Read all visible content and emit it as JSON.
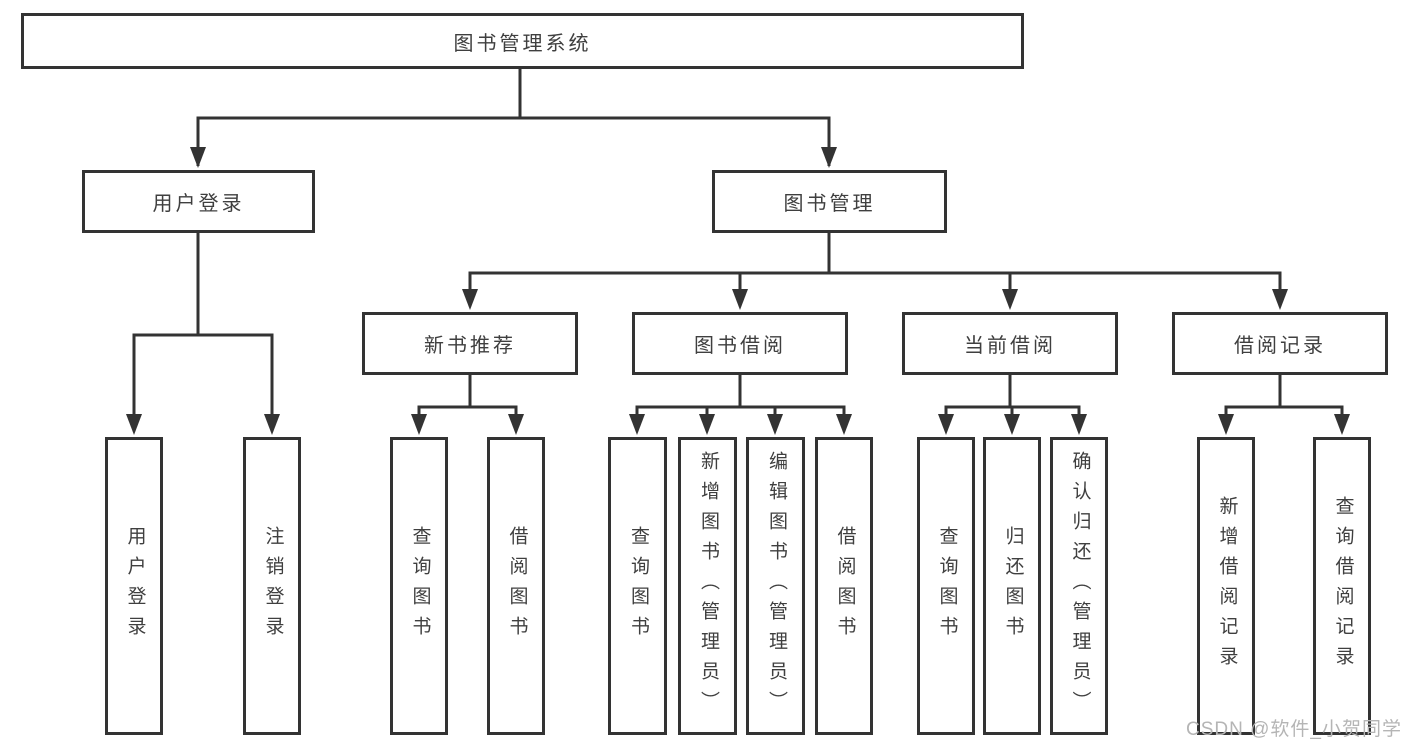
{
  "colors": {
    "line": "#333333",
    "box_border": "#333333",
    "text": "#3f3f3f",
    "watermark": "#b5b5b5",
    "background": "#ffffff"
  },
  "watermark": {
    "text": "CSDN @软件_小贺同学"
  },
  "diagram": {
    "root": {
      "label": "图书管理系统"
    },
    "level2": [
      {
        "label": "用户登录"
      },
      {
        "label": "图书管理"
      }
    ],
    "level3": [
      {
        "label": "新书推荐"
      },
      {
        "label": "图书借阅"
      },
      {
        "label": "当前借阅"
      },
      {
        "label": "借阅记录"
      }
    ],
    "level4": [
      [
        "用户登录",
        "注销登录"
      ],
      [
        "查询图书",
        "借阅图书"
      ],
      [
        "查询图书",
        "新增图书（管理员）",
        "编辑图书（管理员）",
        "借阅图书"
      ],
      [
        "查询图书",
        "归还图书",
        "确认归还（管理员）"
      ],
      [
        "新增借阅记录",
        "查询借阅记录"
      ]
    ]
  }
}
